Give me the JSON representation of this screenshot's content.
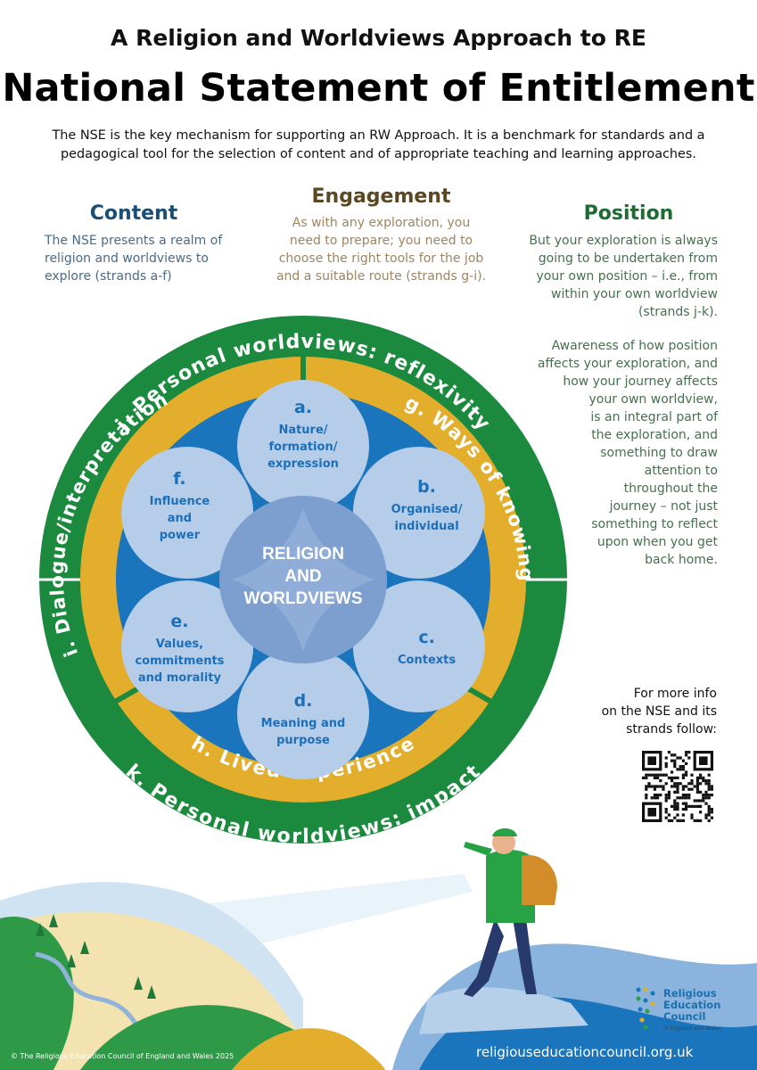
{
  "header": {
    "subtitle": "A Religion and Worldviews Approach to RE",
    "title": "National Statement of Entitlement",
    "intro": "The NSE is the key mechanism for supporting an RW Approach. It is a benchmark for standards and a pedagogical tool for the selection of content and of appropriate teaching and learning approaches."
  },
  "columns": {
    "content": {
      "heading": "Content",
      "lines": [
        "The NSE presents a realm of",
        "religion and worldviews to",
        "explore (strands a-f)"
      ]
    },
    "engagement": {
      "heading": "Engagement",
      "lines": [
        "As with any exploration, you",
        "need to prepare; you need to",
        "choose the right tools for the job",
        "and a suitable route (strands g-i)."
      ]
    },
    "position": {
      "heading": "Position",
      "lines1": [
        "But your exploration is always",
        "going to be undertaken from",
        "your own position – i.e., from",
        "within your own worldview",
        "(strands j-k)."
      ],
      "lines2": [
        "Awareness of how position",
        "affects your exploration, and",
        "how your journey affects",
        "your own worldview,",
        "is an integral part of",
        "the exploration, and",
        "something to draw",
        "attention to",
        "throughout the",
        "journey – not just",
        "something to reflect",
        "upon when you get",
        "back home."
      ]
    }
  },
  "wheel": {
    "outer_top": "j. Personal worldviews: reflexivity",
    "outer_bottom": "k. Personal worldviews: impact",
    "ring_left": "i. Dialogue/interpretation",
    "ring_right": "g. Ways of knowing",
    "ring_bottom": "h. Lived experience",
    "petals": [
      {
        "letter": "a.",
        "lines": [
          "Nature/",
          "formation/",
          "expression"
        ]
      },
      {
        "letter": "b.",
        "lines": [
          "Organised/",
          "individual"
        ]
      },
      {
        "letter": "c.",
        "lines": [
          "Contexts"
        ]
      },
      {
        "letter": "d.",
        "lines": [
          "Meaning and",
          "purpose"
        ]
      },
      {
        "letter": "e.",
        "lines": [
          "Values,",
          "commitments",
          "and morality"
        ]
      },
      {
        "letter": "f.",
        "lines": [
          "Influence",
          "and",
          "power"
        ]
      }
    ],
    "center_lines": [
      "RELIGION",
      "AND",
      "WORLDVIEWS"
    ]
  },
  "more_info": [
    "For more info",
    "on the NSE and its",
    "strands follow:"
  ],
  "footer": {
    "copyright": "© The Religious Education Council of England and Wales 2025",
    "url": "religiouseducationcouncil.org.uk",
    "logo_lines": [
      "Religious",
      "Education",
      "Council"
    ],
    "logo_small": "of England and Wales"
  },
  "colors": {
    "outer_ring": "#1b8a3e",
    "middle_ring": "#e3ae2b",
    "inner_disc": "#1b75bc",
    "petal": "#b6cdea",
    "petal_text": "#1d6fb8",
    "center": "#7d9fd0"
  }
}
